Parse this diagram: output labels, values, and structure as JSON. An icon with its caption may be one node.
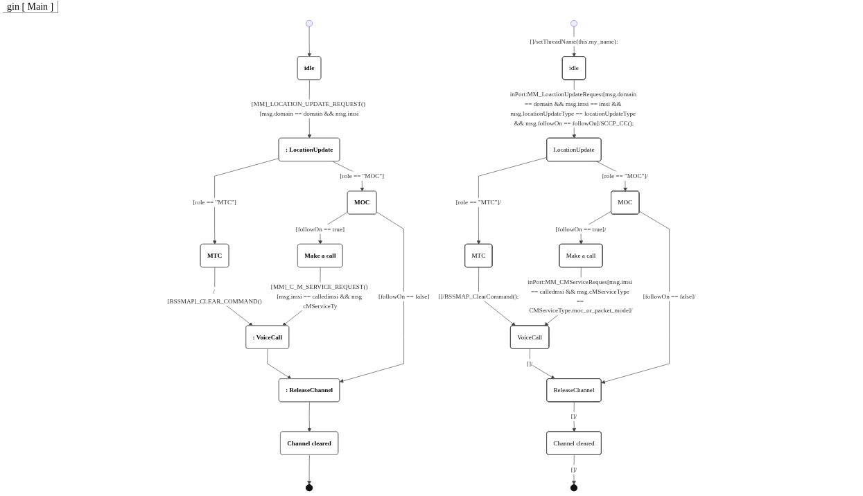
{
  "diagram": {
    "nodes": [
      {
        "text": [],
        "shape": "circle"
      },
      {
        "text": [
          "idle"
        ]
      },
      {
        "text": [
          ": LocationUpdate"
        ]
      },
      {
        "text": [
          "MTC"
        ]
      },
      {
        "text": [
          "MOC"
        ]
      },
      {
        "text": [
          "Make a call"
        ]
      },
      {
        "text": [
          ": VoiceCall"
        ]
      },
      {
        "text": [
          ": ReleaseChannel"
        ]
      },
      {
        "text": [
          "Channel cleared"
        ]
      },
      {
        "text": [],
        "shape": "bullseye"
      },
      {
        "text": [],
        "shape": "circle"
      },
      {
        "text": [
          "idle"
        ]
      },
      {
        "text": [
          "LocationUpdate"
        ]
      },
      {
        "text": [
          "MTC"
        ]
      },
      {
        "text": [
          "MOC"
        ]
      },
      {
        "text": [
          "Make a call"
        ]
      },
      {
        "text": [
          "VoiceCall"
        ]
      },
      {
        "text": [
          "ReleaseChannel"
        ]
      },
      {
        "text": [
          "Channel cleared"
        ]
      },
      {
        "text": [],
        "shape": "bullseye"
      }
    ],
    "edges": [
      {
        "from": 0,
        "to": 1,
        "arrow": "to"
      },
      {
        "from": 1,
        "to": 2,
        "arrow": "to",
        "label": "[MM]_LOCATION_UPDATE_REQUEST() [msg.domain == domain && msg.imsi"
      },
      {
        "from": 2,
        "to": 3,
        "arrow": "to",
        "label": "[role == \"MTC\"]"
      },
      {
        "from": 2,
        "to": 4,
        "arrow": "to",
        "label": "[role == \"MOC\"]"
      },
      {
        "from": 4,
        "to": 5,
        "arrow": "to",
        "label": "[followOn == true]"
      },
      {
        "from": 3,
        "to": 6,
        "arrow": "to",
        "label": "/ [BSSMAP]_CLEAR_COMMAND()"
      },
      {
        "from": 5,
        "to": 6,
        "arrow": "to",
        "label": "[MM]_C_M_SERVICE_REQUEST() [msg.imsi == calledimsi && msg cMServiceTy"
      },
      {
        "from": 4,
        "to": 7,
        "arrow": "to",
        "label": "[followOn == false]"
      },
      {
        "from": 6,
        "to": 7,
        "arrow": "to"
      },
      {
        "from": 7,
        "to": 8,
        "arrow": "to"
      },
      {
        "from": 8,
        "to": 9,
        "arrow": "to"
      },
      {
        "from": 10,
        "to": 11,
        "arrow": "to",
        "label": "[]/setThreadName(this.my_name):"
      },
      {
        "from": 11,
        "to": 12,
        "arrow": "to",
        "label": "inPort:MM_LoactionUpdateRequest[msg.domain == domain && msg.imsi == imsi && msg.locationUpdateType == locationUpdateType && msg.followOn == followOn]/SCCP_CC();"
      },
      {
        "from": 12,
        "to": 13,
        "arrow": "to",
        "label": "[role == \"MTC\"]/"
      },
      {
        "from": 12,
        "to": 14,
        "arrow": "to",
        "label": "[role == \"MOC\"]/"
      },
      {
        "from": 14,
        "to": 15,
        "arrow": "to",
        "label": "[followOn == true]/"
      },
      {
        "from": 13,
        "to": 16,
        "arrow": "to",
        "label": "[]/BSSMAP_ClearCommand();"
      },
      {
        "from": 15,
        "to": 16,
        "arrow": "to",
        "label": "inPort:MM_CMServiceReques[msg.imsi == calledmsi && msg.cMServiceType == CMServiceType.moc_or_packet_mode]/"
      },
      {
        "from": 14,
        "to": 17,
        "arrow": "to",
        "label": "[followOn == false]/"
      },
      {
        "from": 16,
        "to": 17,
        "arrow": "to",
        "label": "[]/"
      },
      {
        "from": 17,
        "to": 18,
        "arrow": "to",
        "label": "[]/"
      },
      {
        "from": 18,
        "to": 19,
        "arrow": "to",
        "label": "[]/"
      }
    ],
    "labels": [
      "gin [ Main ]"
    ]
  }
}
